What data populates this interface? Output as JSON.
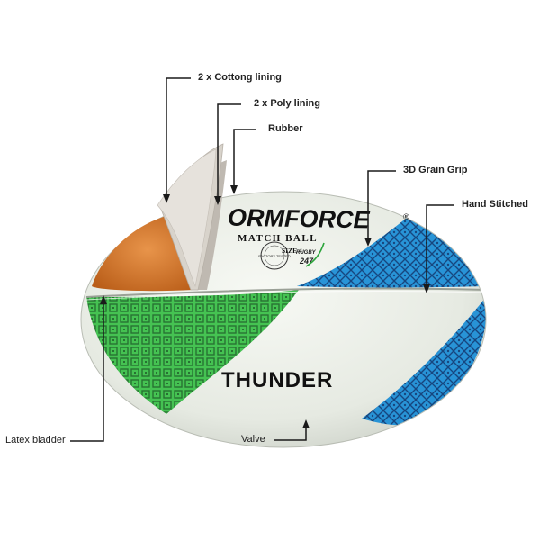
{
  "ball": {
    "brand": "ORMFORCE",
    "registered": "®",
    "match_ball": "MATCH BALL",
    "size": "SIZE 4",
    "factory_badge": "FACTORY TESTED",
    "rugby_logo_1": "RUGBY",
    "rugby_logo_2": "247",
    "model": "THUNDER"
  },
  "labels": {
    "cotton_lining": "2 x Cottong lining",
    "poly_lining": "2 x Poly lining",
    "rubber": "Rubber",
    "grain_grip": "3D Grain Grip",
    "hand_stitched": "Hand Stitched",
    "latex_bladder": "Latex bladder",
    "valve": "Valve"
  },
  "colors": {
    "leather": "#eef1ea",
    "green_panel": "#3cc04a",
    "blue_panel": "#1e8fd6",
    "bladder": "#d9772a",
    "lining": "#d9d4cc",
    "leader": "#1a1a1a"
  }
}
